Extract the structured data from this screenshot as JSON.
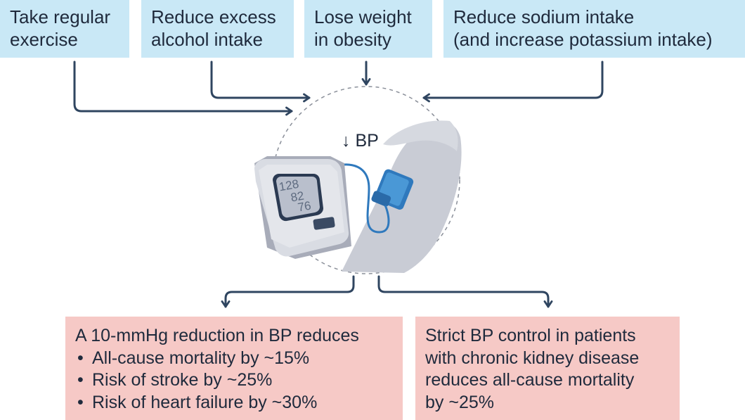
{
  "top_boxes": [
    {
      "lines": [
        "Take regular",
        "exercise"
      ]
    },
    {
      "lines": [
        "Reduce excess",
        "alcohol intake"
      ]
    },
    {
      "lines": [
        "Lose weight",
        "in obesity"
      ]
    },
    {
      "lines": [
        "Reduce sodium intake",
        "(and increase potassium intake)"
      ]
    }
  ],
  "center": {
    "bp_label": "↓ BP",
    "monitor_readings": [
      "128",
      "82",
      "76"
    ]
  },
  "outcomes": {
    "left": {
      "heading": "A 10-mmHg reduction in BP reduces",
      "bullet_symbol": "•",
      "bullets": [
        "All-cause mortality by ~15%",
        "Risk of stroke by ~25%",
        "Risk of heart failure by ~30%"
      ]
    },
    "right": {
      "lines": [
        "Strict BP control in patients",
        "with chronic kidney disease",
        "reduces all-cause mortality",
        "by ~25%"
      ]
    }
  },
  "colors": {
    "top_box": "#c9e8f6",
    "outcome_box": "#f6c9c6",
    "arrow": "#2f4560",
    "cuff": "#3a87c6",
    "arm": "#c8cbd4"
  }
}
